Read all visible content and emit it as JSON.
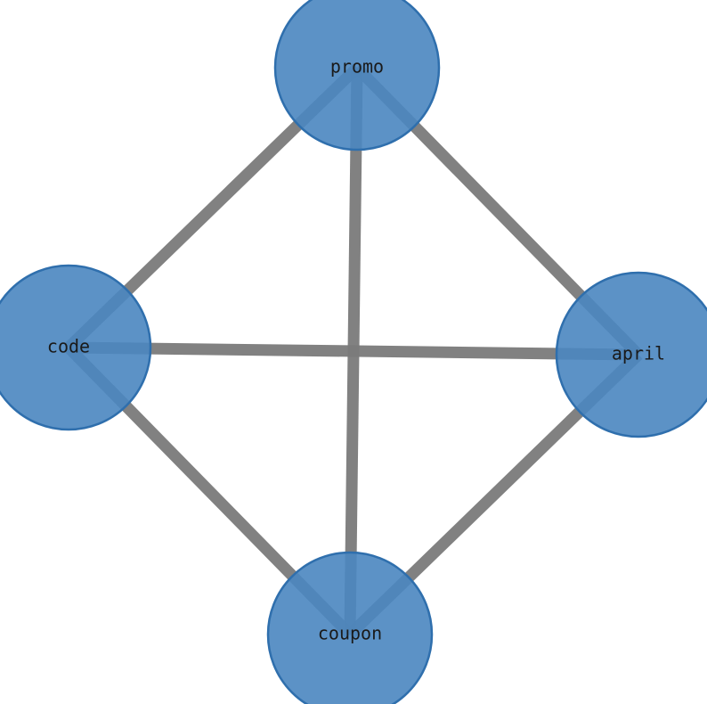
{
  "graph": {
    "nodes": [
      {
        "id": "promo",
        "label": "promo"
      },
      {
        "id": "code",
        "label": "code"
      },
      {
        "id": "april",
        "label": "april"
      },
      {
        "id": "coupon",
        "label": "coupon"
      }
    ],
    "edges": [
      {
        "source": "promo",
        "target": "code"
      },
      {
        "source": "promo",
        "target": "april"
      },
      {
        "source": "promo",
        "target": "coupon"
      },
      {
        "source": "code",
        "target": "april"
      },
      {
        "source": "code",
        "target": "coupon"
      },
      {
        "source": "april",
        "target": "coupon"
      }
    ],
    "colors": {
      "node_fill": "#4a86c0",
      "node_stroke": "#2f6fad",
      "edge": "#7a7a7a",
      "label": "#1a1a1a"
    }
  }
}
